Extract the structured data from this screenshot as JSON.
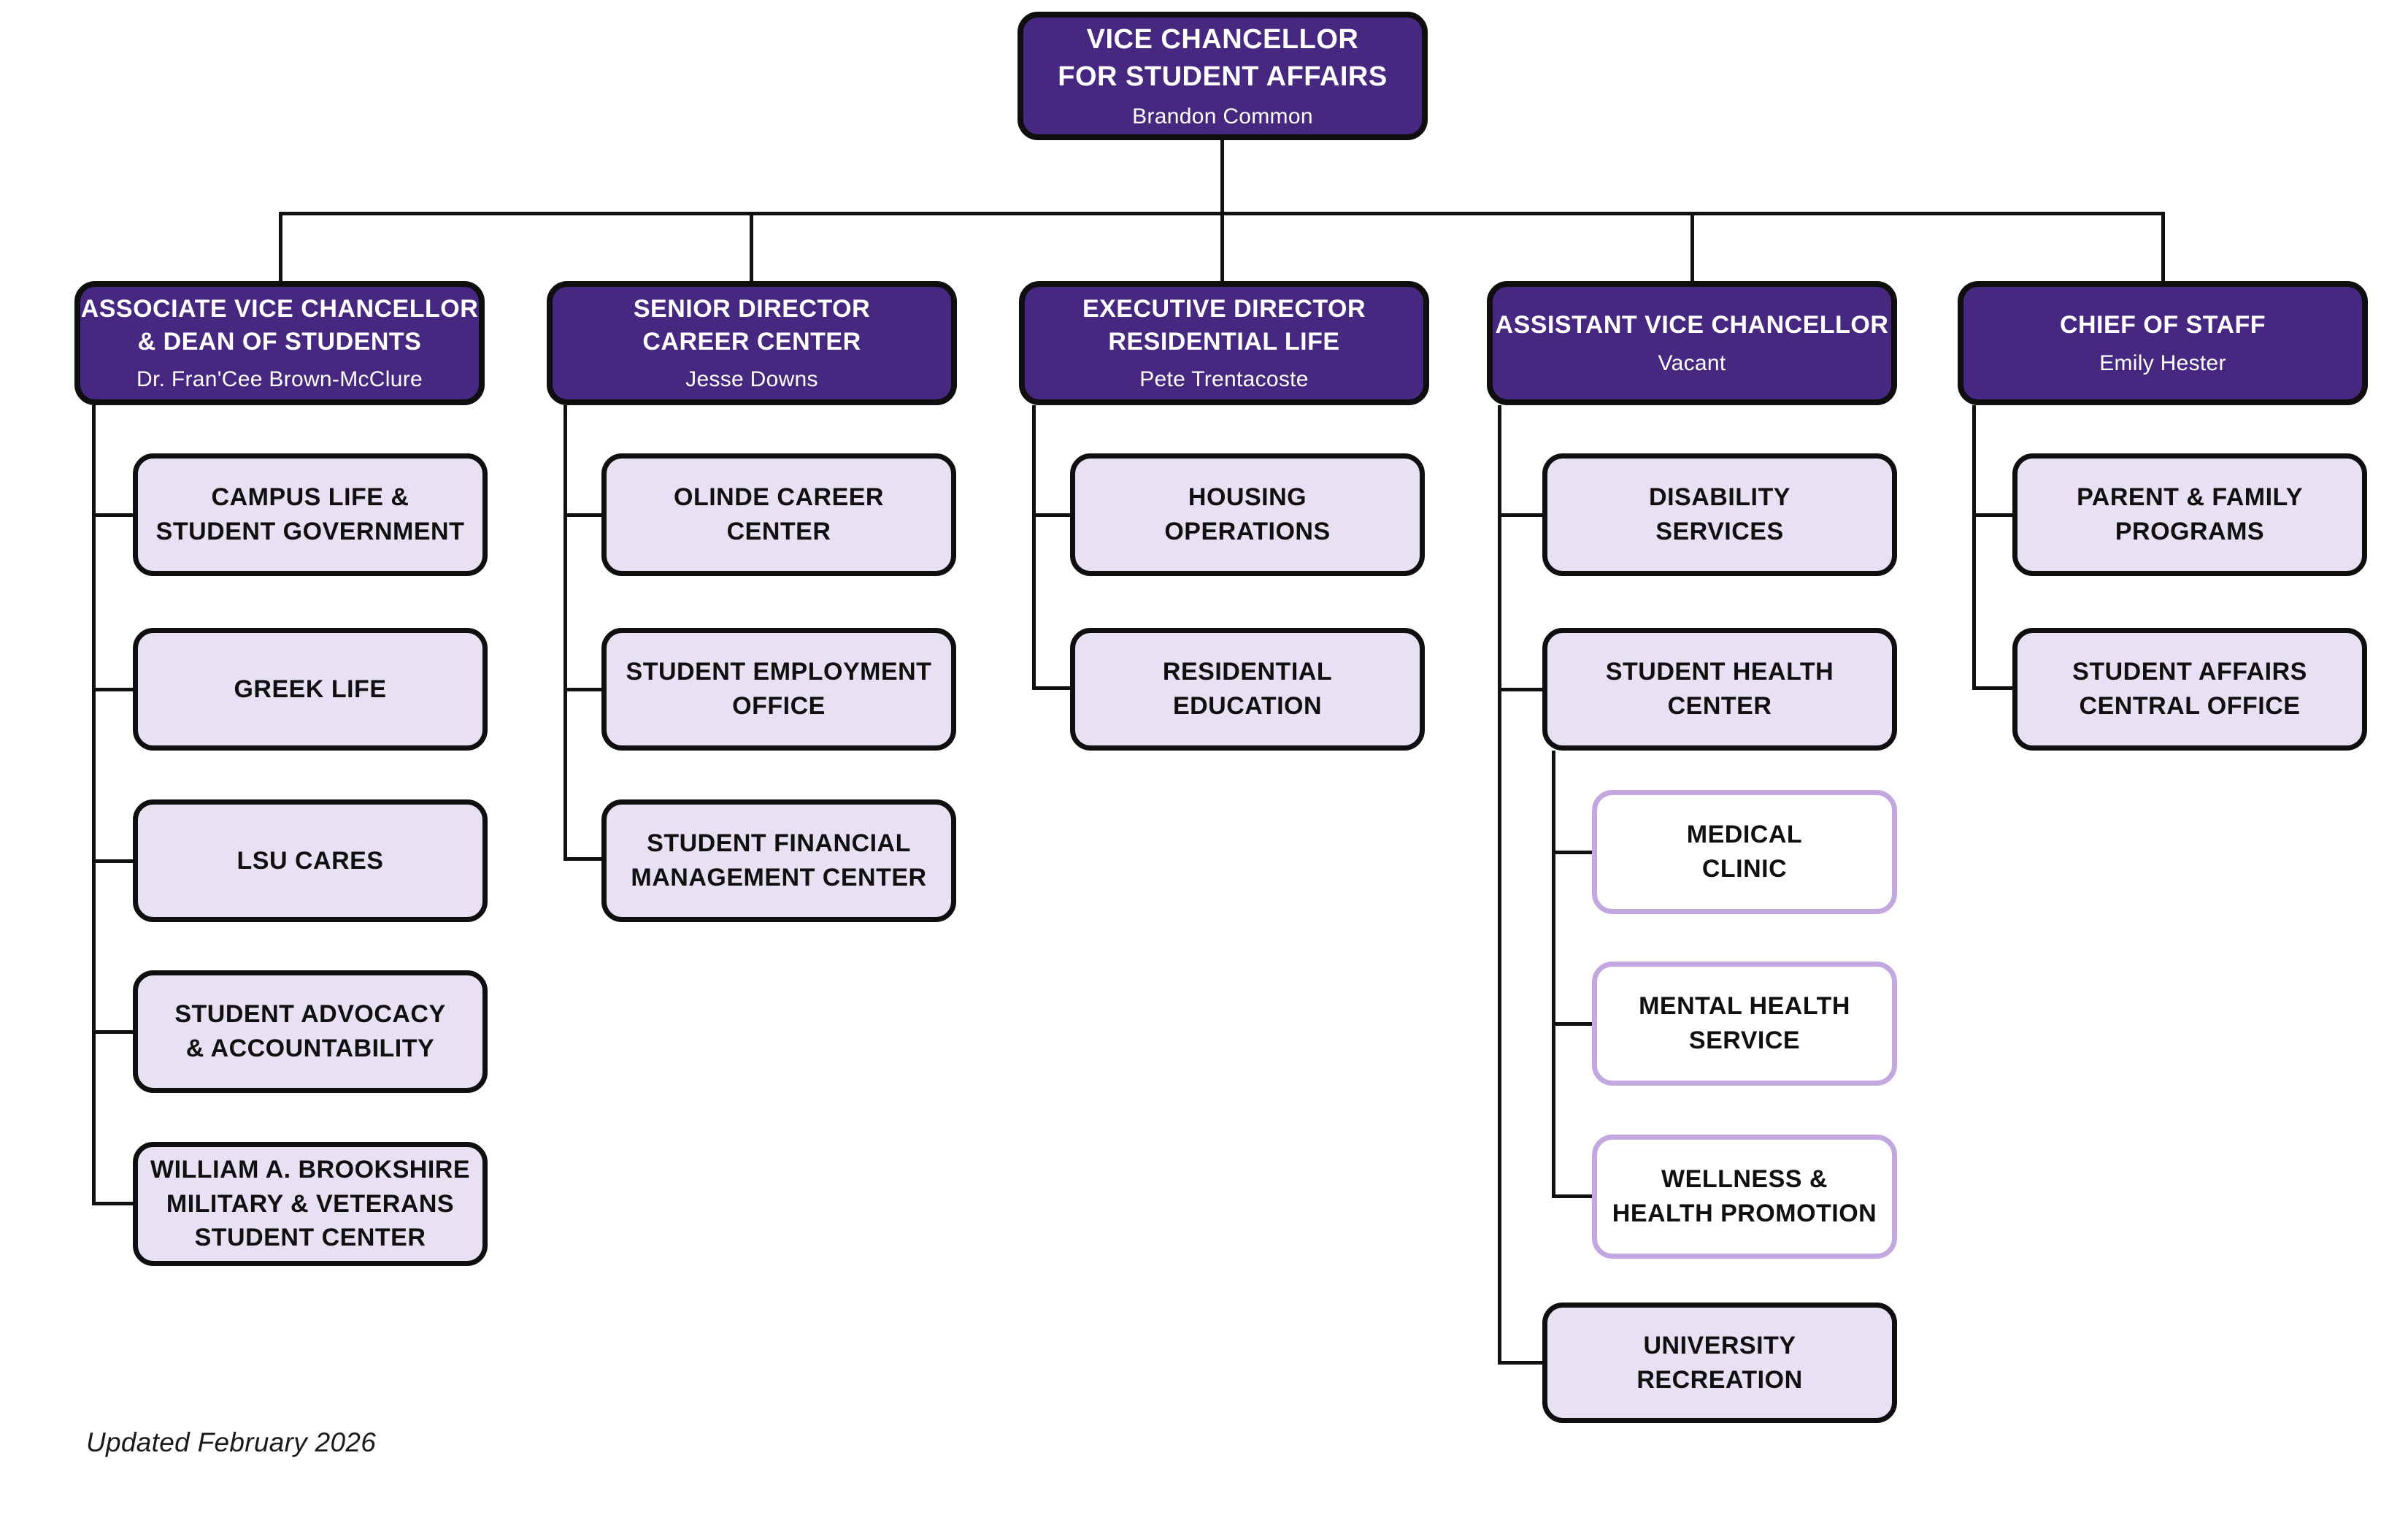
{
  "colors": {
    "purple": "#472881",
    "lavender": "#E8E0F3",
    "subBorder": "#C3A8DF",
    "line": "#111111"
  },
  "root_box": {
    "title": "VICE CHANCELLOR\nFOR STUDENT AFFAIRS",
    "person": "Brandon Common"
  },
  "columns": [
    {
      "header": {
        "title": "ASSOCIATE VICE CHANCELLOR\n& DEAN OF STUDENTS",
        "person": "Dr. Fran'Cee Brown-McClure"
      },
      "children": [
        {
          "label": "CAMPUS LIFE &\nSTUDENT GOVERNMENT"
        },
        {
          "label": "GREEK LIFE"
        },
        {
          "label": "LSU CARES"
        },
        {
          "label": "STUDENT ADVOCACY\n& ACCOUNTABILITY"
        },
        {
          "label": "WILLIAM A. BROOKSHIRE\nMILITARY & VETERANS\nSTUDENT CENTER"
        }
      ]
    },
    {
      "header": {
        "title": "SENIOR DIRECTOR\nCAREER CENTER",
        "person": "Jesse Downs"
      },
      "children": [
        {
          "label": "OLINDE CAREER\nCENTER"
        },
        {
          "label": "STUDENT EMPLOYMENT\nOFFICE"
        },
        {
          "label": "STUDENT FINANCIAL\nMANAGEMENT CENTER"
        }
      ]
    },
    {
      "header": {
        "title": "EXECUTIVE DIRECTOR\nRESIDENTIAL LIFE",
        "person": "Pete Trentacoste"
      },
      "children": [
        {
          "label": "HOUSING\nOPERATIONS"
        },
        {
          "label": "RESIDENTIAL\nEDUCATION"
        }
      ]
    },
    {
      "header": {
        "title": "ASSISTANT VICE CHANCELLOR",
        "person": "Vacant"
      },
      "children": [
        {
          "label": "DISABILITY\nSERVICES"
        },
        {
          "label": "STUDENT HEALTH\nCENTER"
        },
        {
          "label": "UNIVERSITY\nRECREATION"
        }
      ],
      "subchildren": [
        {
          "label": "MEDICAL\nCLINIC"
        },
        {
          "label": "MENTAL HEALTH\nSERVICE"
        },
        {
          "label": "WELLNESS &\nHEALTH PROMOTION"
        }
      ]
    },
    {
      "header": {
        "title": "CHIEF OF STAFF",
        "person": "Emily Hester"
      },
      "children": [
        {
          "label": "PARENT & FAMILY\nPROGRAMS"
        },
        {
          "label": "STUDENT AFFAIRS\nCENTRAL OFFICE"
        }
      ]
    }
  ],
  "footer": {
    "note": "Updated February 2026"
  }
}
